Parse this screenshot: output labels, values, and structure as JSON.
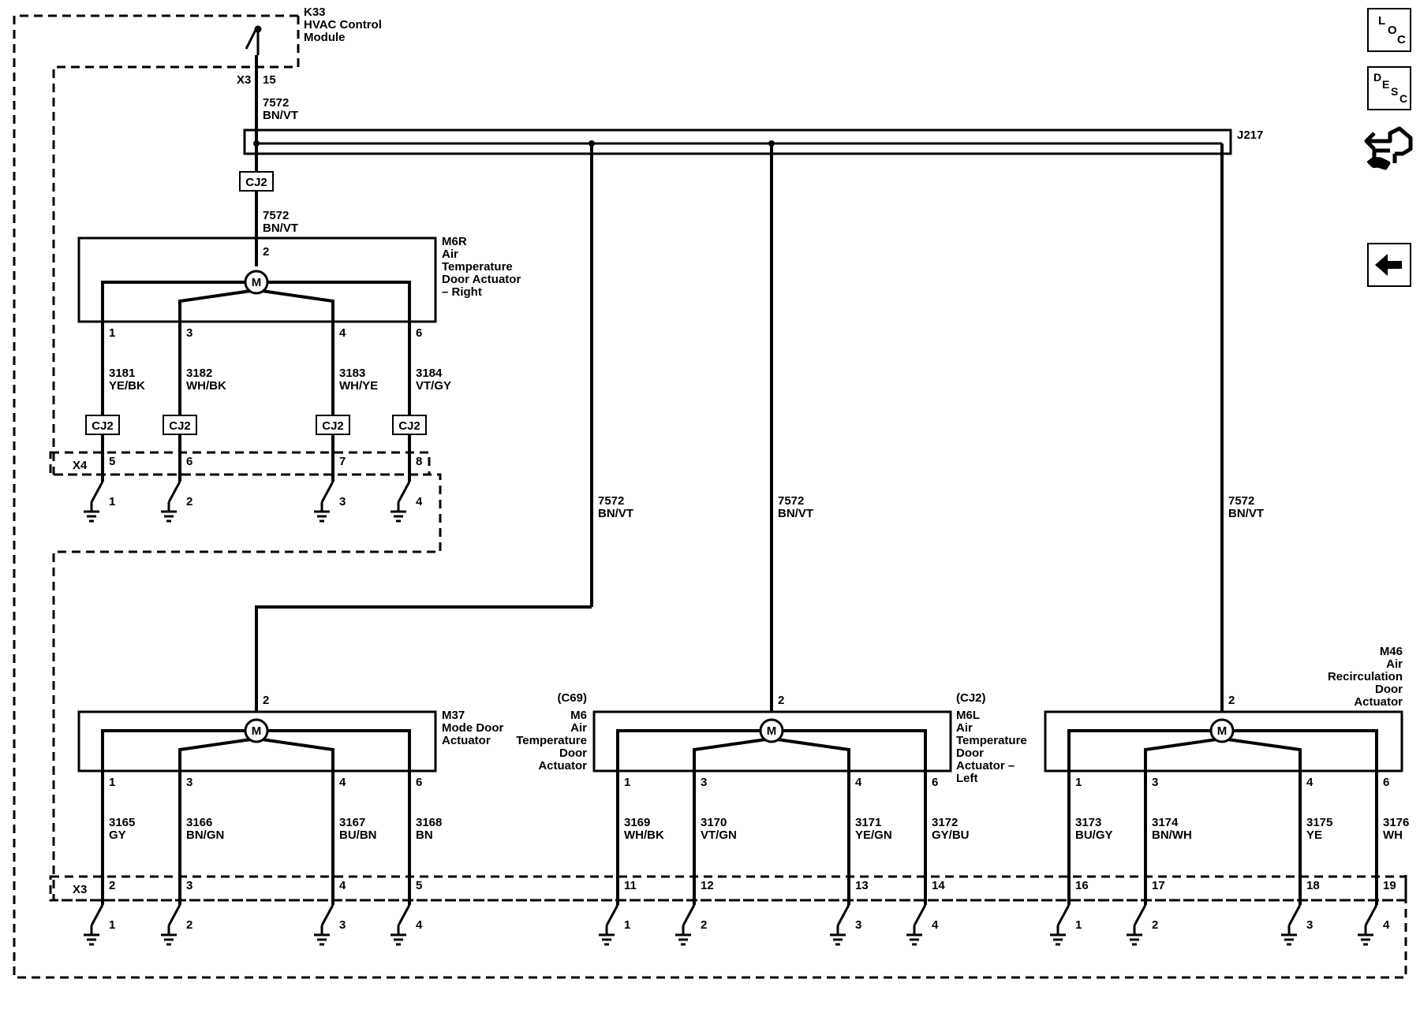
{
  "hvac_module": {
    "ref": "K33",
    "name_line1": "HVAC Control",
    "name_line2": "Module",
    "connector": "X3",
    "pin": "15"
  },
  "splice_pack": "J217",
  "inline_connector": "CJ2",
  "feed_wire": {
    "circuit": "7572",
    "color": "BN/VT"
  },
  "supply_pin": "2",
  "actuators": [
    {
      "id": "m6r",
      "lines": [
        "M6R",
        "Air",
        "Temperature",
        "Door Actuator",
        "– Right"
      ],
      "terminals": [
        {
          "pin": "1",
          "circuit": "3181",
          "color": "YE/BK",
          "x4_pin": "5",
          "ground": "1"
        },
        {
          "pin": "3",
          "circuit": "3182",
          "color": "WH/BK",
          "x4_pin": "6",
          "ground": "2"
        },
        {
          "pin": "4",
          "circuit": "3183",
          "color": "WH/YE",
          "x4_pin": "7",
          "ground": "3"
        },
        {
          "pin": "6",
          "circuit": "3184",
          "color": "VT/GY",
          "x4_pin": "8",
          "ground": "4"
        }
      ]
    },
    {
      "id": "m37",
      "lines": [
        "M37",
        "Mode Door",
        "Actuator"
      ],
      "terminals": [
        {
          "pin": "1",
          "circuit": "3165",
          "color": "GY",
          "x3_pin": "2",
          "ground": "1"
        },
        {
          "pin": "3",
          "circuit": "3166",
          "color": "BN/GN",
          "x3_pin": "3",
          "ground": "2"
        },
        {
          "pin": "4",
          "circuit": "3167",
          "color": "BU/BN",
          "x3_pin": "4",
          "ground": "3"
        },
        {
          "pin": "6",
          "circuit": "3168",
          "color": "BN",
          "x3_pin": "5",
          "ground": "4"
        }
      ]
    },
    {
      "id": "m6",
      "lines": [
        "(C69)",
        "M6",
        "Air",
        "Temperature",
        "Door",
        "Actuator"
      ],
      "terminals": [
        {
          "pin": "1",
          "circuit": "3169",
          "color": "WH/BK",
          "x3_pin": "11",
          "ground": "1"
        },
        {
          "pin": "3",
          "circuit": "3170",
          "color": "VT/GN",
          "x3_pin": "12",
          "ground": "2"
        },
        {
          "pin": "4",
          "circuit": "3171",
          "color": "YE/GN",
          "x3_pin": "13",
          "ground": "3"
        },
        {
          "pin": "6",
          "circuit": "3172",
          "color": "GY/BU",
          "x3_pin": "14",
          "ground": "4"
        }
      ]
    },
    {
      "id": "m6l",
      "lines": [
        "(CJ2)",
        "M6L",
        "Air",
        "Temperature",
        "Door",
        "Actuator –",
        "Left"
      ]
    },
    {
      "id": "m46",
      "lines": [
        "M46",
        "Air",
        "Recirculation",
        "Door",
        "Actuator"
      ],
      "terminals": [
        {
          "pin": "1",
          "circuit": "3173",
          "color": "BU/GY",
          "x3_pin": "16",
          "ground": "1"
        },
        {
          "pin": "3",
          "circuit": "3174",
          "color": "BN/WH",
          "x3_pin": "17",
          "ground": "2"
        },
        {
          "pin": "4",
          "circuit": "3175",
          "color": "YE",
          "x3_pin": "18",
          "ground": "3"
        },
        {
          "pin": "6",
          "circuit": "3176",
          "color": "WH",
          "x3_pin": "19",
          "ground": "4"
        }
      ]
    }
  ],
  "connectors": {
    "x4": "X4",
    "x3": "X3"
  },
  "motor_symbol": "M",
  "nav": {
    "loc_l": "L",
    "loc_o": "O",
    "loc_c": "C",
    "desc_d": "D",
    "desc_e": "E",
    "desc_s": "S",
    "desc_c": "C",
    "back_icon": "left-arrow-icon",
    "connector_icon": "connector-repair-icon"
  }
}
